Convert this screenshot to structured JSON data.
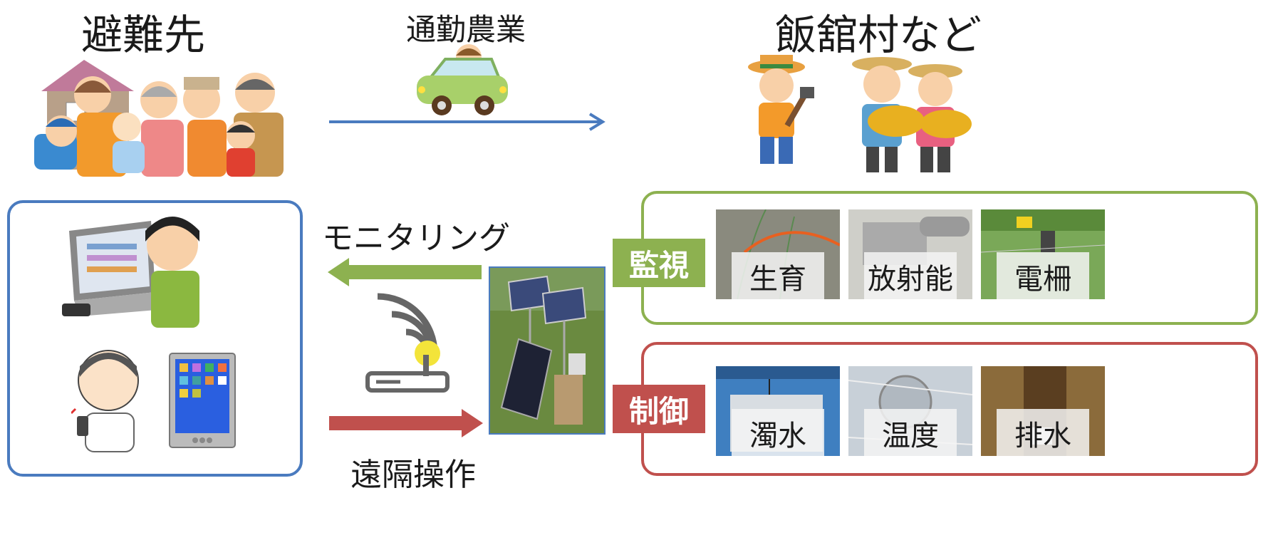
{
  "titles": {
    "evacuation": "避難先",
    "commute": "通勤農業",
    "village": "飯舘村など"
  },
  "arrows": {
    "monitoring": "モニタリング",
    "remote": "遠隔操作"
  },
  "monitor": {
    "tag": "監視",
    "items": [
      "生育",
      "放射能",
      "電柵"
    ]
  },
  "control": {
    "tag": "制御",
    "items": [
      "濁水",
      "温度",
      "排水"
    ]
  },
  "colors": {
    "blue": "#4a7bbf",
    "green": "#8db150",
    "red": "#c0504d"
  }
}
